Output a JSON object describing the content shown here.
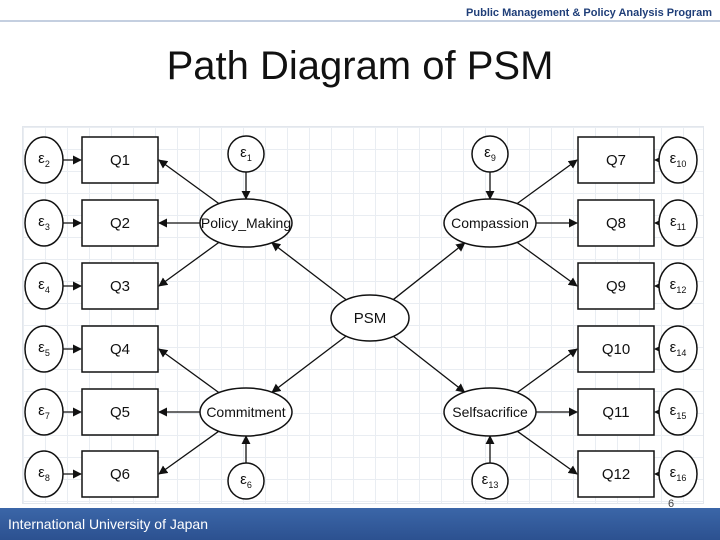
{
  "header": {
    "program": "Public Management & Policy Analysis Program"
  },
  "slide": {
    "title": "Path Diagram of PSM",
    "page_number": "6"
  },
  "footer": {
    "institution": "International University of Japan"
  },
  "diagram": {
    "center": "PSM",
    "latents": [
      "Policy_Making",
      "Compassion",
      "Commitment",
      "Selfsacrifice"
    ],
    "latent_errors": [
      {
        "sym": "ε",
        "sub": "1"
      },
      {
        "sym": "ε",
        "sub": "9"
      },
      {
        "sym": "ε",
        "sub": "6"
      },
      {
        "sym": "ε",
        "sub": "13"
      }
    ],
    "left_items": [
      "Q1",
      "Q2",
      "Q3",
      "Q4",
      "Q5",
      "Q6"
    ],
    "right_items": [
      "Q7",
      "Q8",
      "Q9",
      "Q10",
      "Q11",
      "Q12"
    ],
    "left_errors": [
      {
        "sym": "ε",
        "sub": "2"
      },
      {
        "sym": "ε",
        "sub": "3"
      },
      {
        "sym": "ε",
        "sub": "4"
      },
      {
        "sym": "ε",
        "sub": "5"
      },
      {
        "sym": "ε",
        "sub": "7"
      },
      {
        "sym": "ε",
        "sub": "8"
      }
    ],
    "right_errors": [
      {
        "sym": "ε",
        "sub": "10"
      },
      {
        "sym": "ε",
        "sub": "11"
      },
      {
        "sym": "ε",
        "sub": "12"
      },
      {
        "sym": "ε",
        "sub": "14"
      },
      {
        "sym": "ε",
        "sub": "15"
      },
      {
        "sym": "ε",
        "sub": "16"
      }
    ]
  }
}
